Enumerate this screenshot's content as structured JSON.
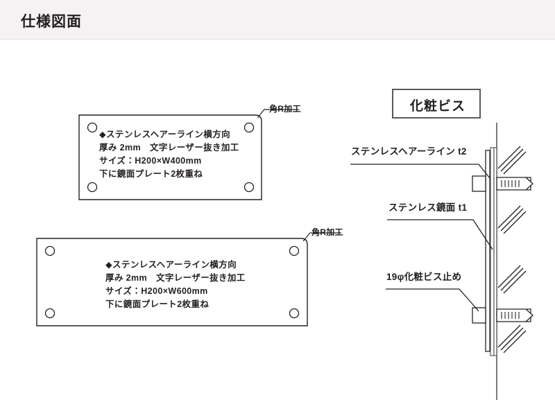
{
  "header": {
    "title": "仕様図面",
    "background_color": "#f6f1f2"
  },
  "title_box": {
    "label": "化粧ビス",
    "border_color": "#58595b"
  },
  "plates": [
    {
      "id": "plate-1",
      "width_label": "W400mm",
      "callout": "角R加工",
      "lines": [
        "◆ステンレスヘアーライン横方向",
        "厚み 2mm　文字レーザー抜き加工",
        "サイズ：H200×W400mm",
        "下に鏡面プレート2枚重ね"
      ]
    },
    {
      "id": "plate-2",
      "width_label": "W600mm",
      "callout": "角R加工",
      "lines": [
        "◆ステンレスヘアーライン横方向",
        "厚み 2mm　文字レーザー抜き加工",
        "サイズ：H200×W600mm",
        "下に鏡面プレート2枚重ね"
      ]
    }
  ],
  "section_callouts": {
    "hairline": "ステンレスヘアーライン t2",
    "mirror": "ステンレス鏡面 t1",
    "screw": "19φ化粧ビス止め"
  },
  "colors": {
    "line": "#231f20",
    "thin_line": "#58595b",
    "paper": "#ffffff"
  }
}
